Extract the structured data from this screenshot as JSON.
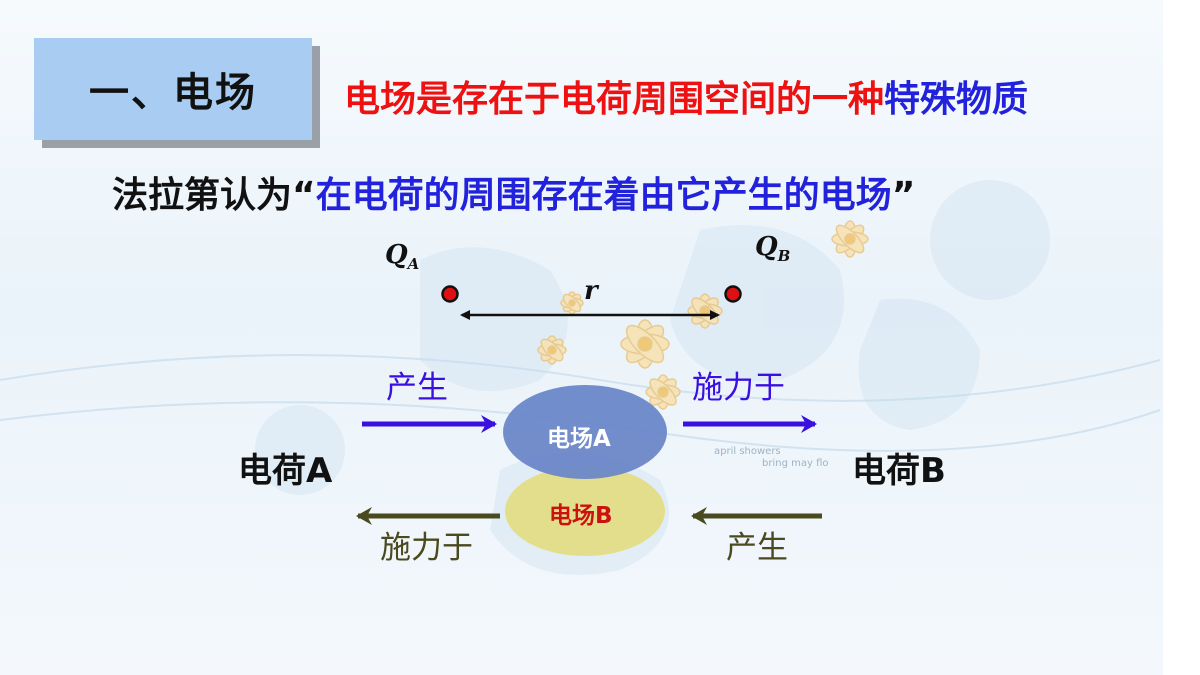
{
  "title": "一、电场",
  "definition": {
    "part1": "电场是存在于电荷周围空间的一种",
    "part2": "特殊物质",
    "color1": "#ee1111",
    "color2": "#2222dd"
  },
  "statement": {
    "prefix": "法拉第认为“",
    "quote": "在电荷的周围存在着由它产生的电场",
    "suffix": "”",
    "prefix_color": "#111111",
    "quote_color": "#2222dd"
  },
  "diagram": {
    "charge_a_symbol": "Q",
    "charge_a_subscript": "A",
    "charge_b_symbol": "Q",
    "charge_b_subscript": "B",
    "distance_label": "r",
    "charge_a_label": "电荷A",
    "charge_b_label": "电荷B",
    "field_a_label": "电场A",
    "field_b_label": "电场B",
    "arrow_top_left_label": "产生",
    "arrow_top_right_label": "施力于",
    "arrow_bottom_left_label": "施力于",
    "arrow_bottom_right_label": "产生",
    "colors": {
      "charge_dot": "#dd1111",
      "top_arrows": "#3a10e0",
      "bottom_arrows": "#4a4a1e",
      "field_a_fill": "#6b87c8",
      "field_b_fill": "#e3dd85",
      "field_a_text": "#ffffff",
      "field_b_text": "#cc1111"
    }
  },
  "background": {
    "watermark_line1": "april showers",
    "watermark_line2": "bring may flo"
  }
}
